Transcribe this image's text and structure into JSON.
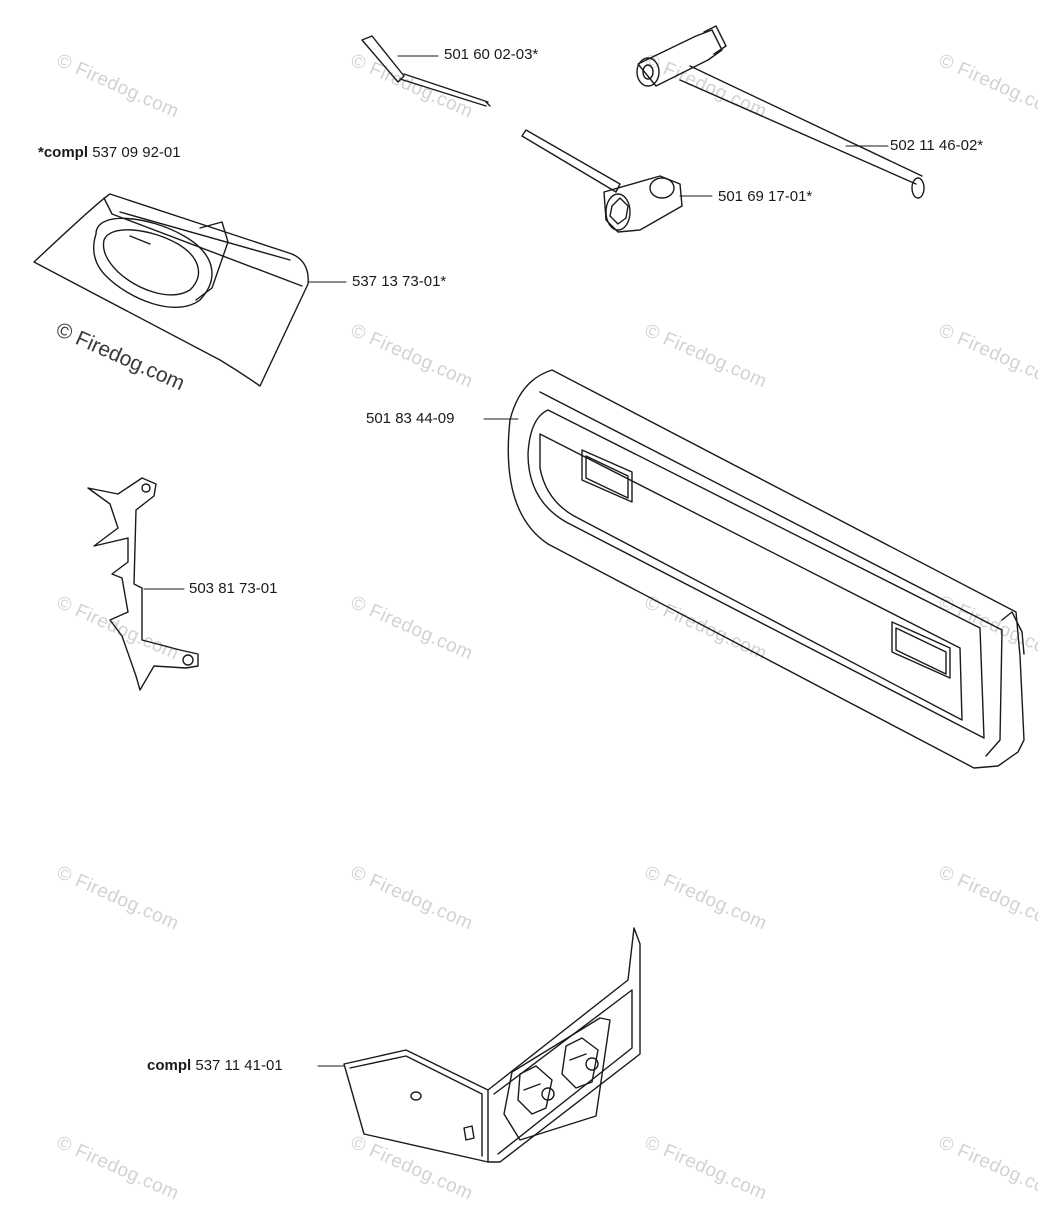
{
  "header_note": {
    "prefix": "*compl",
    "part": "537 09 92-01"
  },
  "parts": [
    {
      "id": "p1",
      "number": "501 60 02-03*"
    },
    {
      "id": "p2",
      "number": "502 11 46-02*"
    },
    {
      "id": "p3",
      "number": "501 69 17-01*"
    },
    {
      "id": "p4",
      "number": "537 13 73-01*"
    },
    {
      "id": "p5",
      "number": "501 83 44-09"
    },
    {
      "id": "p6",
      "number": "503 81 73-01"
    },
    {
      "id": "p7",
      "prefix": "compl",
      "number": "537 11 41-01"
    }
  ],
  "watermark": "© Firedog.com",
  "colors": {
    "line": "#1a1a1a",
    "watermark": "#d2d2d2"
  }
}
